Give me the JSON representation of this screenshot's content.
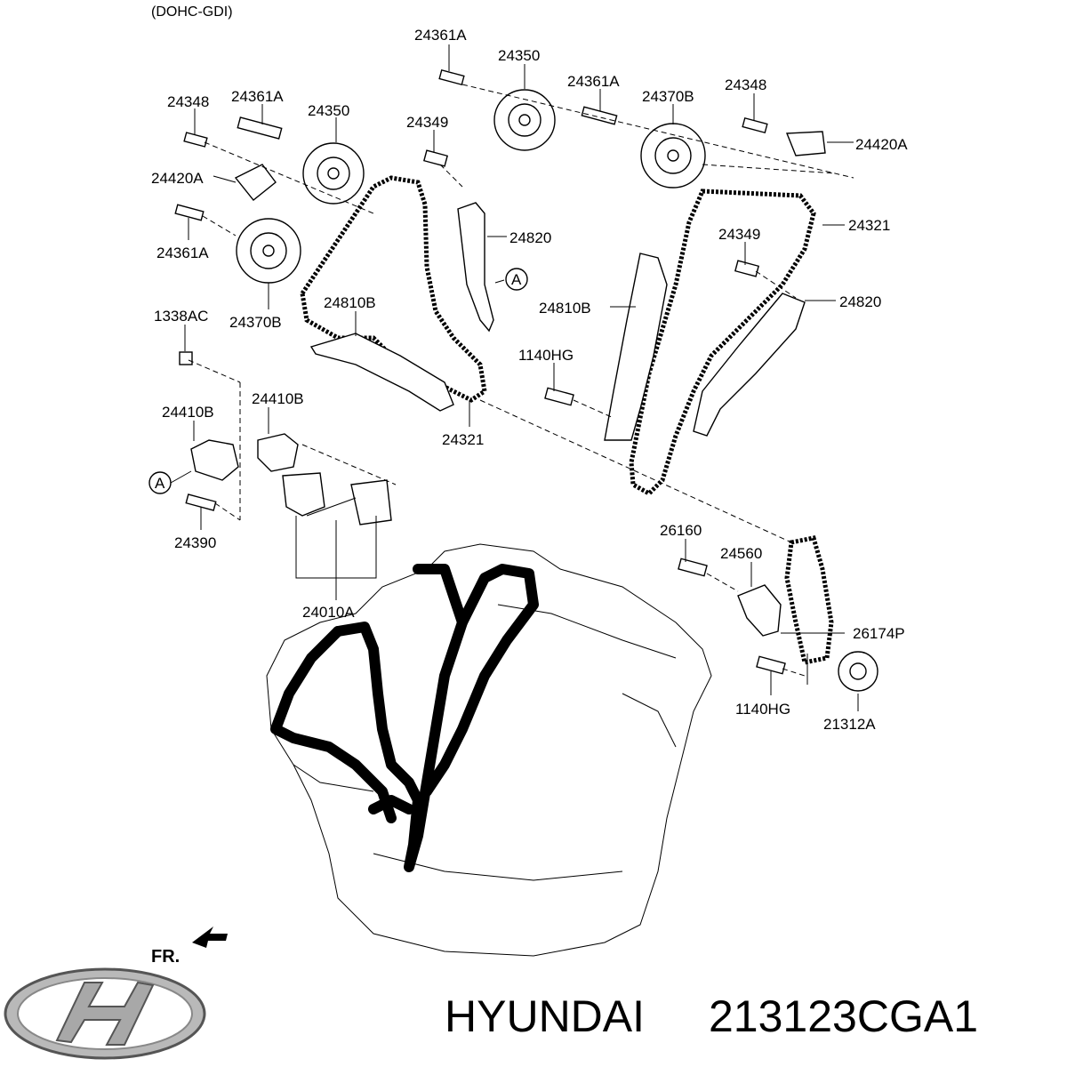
{
  "header": {
    "engine_variant": "(DOHC-GDI)"
  },
  "labels": [
    "24361A",
    "24350",
    "24361A",
    "24370B",
    "24348",
    "24348",
    "24361A",
    "24350",
    "24349",
    "24420A",
    "24420A",
    "24820",
    "24349",
    "24321",
    "24361A",
    "24810B",
    "24820",
    "1338AC",
    "24370B",
    "24810B",
    "1140HG",
    "24410B",
    "24410B",
    "24321",
    "24390",
    "26160",
    "24560",
    "24010A",
    "26174P",
    "1140HG",
    "21312A"
  ],
  "callouts": {
    "a_top": "A",
    "a_left": "A"
  },
  "direction": {
    "front": "FR."
  },
  "footer": {
    "brand": "HYUNDAI",
    "part_number": "213123CGA1"
  }
}
